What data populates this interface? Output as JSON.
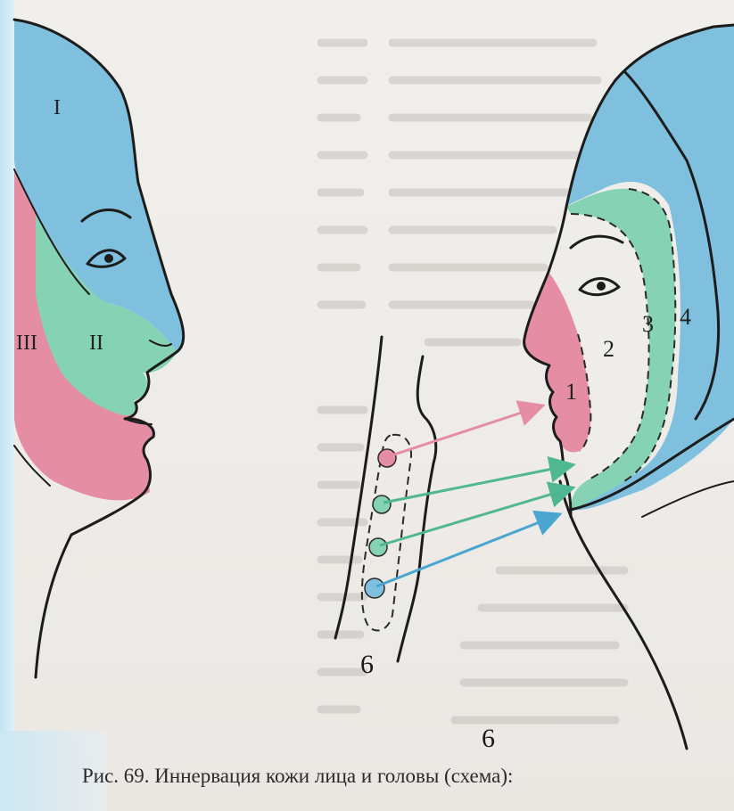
{
  "left_face": {
    "zone_labels": [
      "I",
      "II",
      "III"
    ]
  },
  "right_face": {
    "zone_labels": [
      "1",
      "2",
      "3",
      "4"
    ]
  },
  "nucleus_label": "6",
  "figure_label": "6",
  "caption": "Рис. 69. Иннервация кожи лица и головы (схема):",
  "colors": {
    "blue": "#7fc0df",
    "green": "#85d2b4",
    "pink": "#e58ea3",
    "background": "#eeece9"
  }
}
